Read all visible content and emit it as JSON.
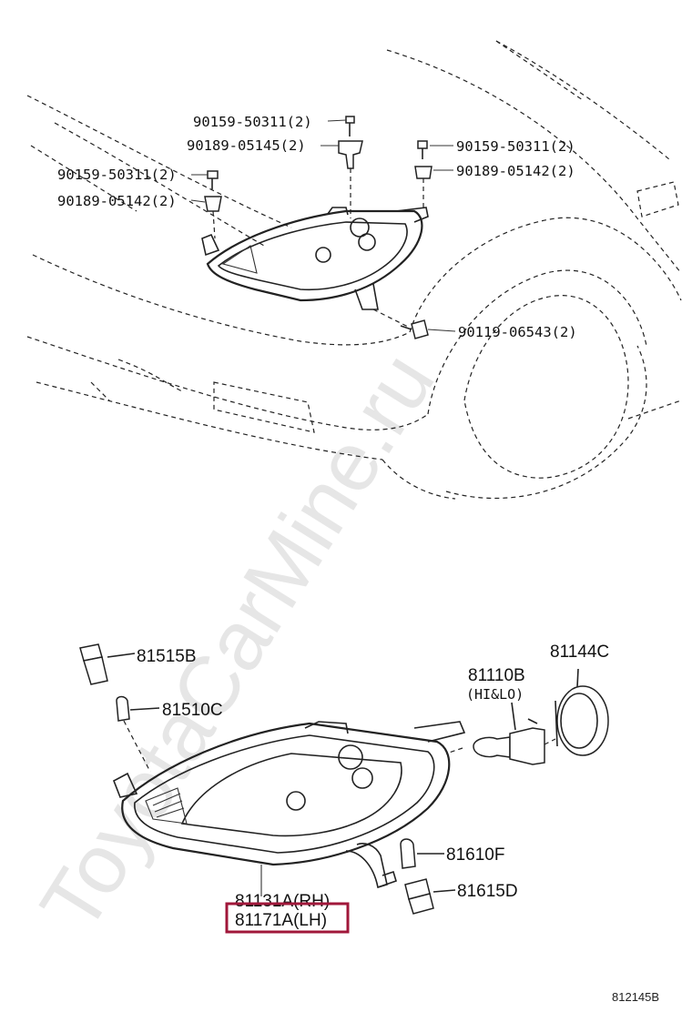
{
  "watermark": "ToyotaCarMine.ru",
  "labels": {
    "bolt_top": "90159-50311(2)",
    "bracket": "90189-05145(2)",
    "bolt_right": "90159-50311(2)",
    "nut_right": "90189-05142(2)",
    "bolt_left": "90159-50311(2)",
    "nut_left": "90189-05142(2)",
    "screw_lower": "90119-06543(2)",
    "socket_81515": "81515B",
    "bulb_81510": "81510C",
    "bulb_81110": "81110B",
    "bulb_81110_note": "(HI&LO)",
    "cover_81144": "81144C",
    "bulb_81610": "81610F",
    "socket_81615": "81615D",
    "unit_rh": "81131A(RH)",
    "unit_lh": "81171A(LH)"
  },
  "footer": {
    "code": "812145B"
  },
  "colors": {
    "highlight": "#a0173a",
    "line": "#222222",
    "watermark": "#e6e6e6"
  }
}
